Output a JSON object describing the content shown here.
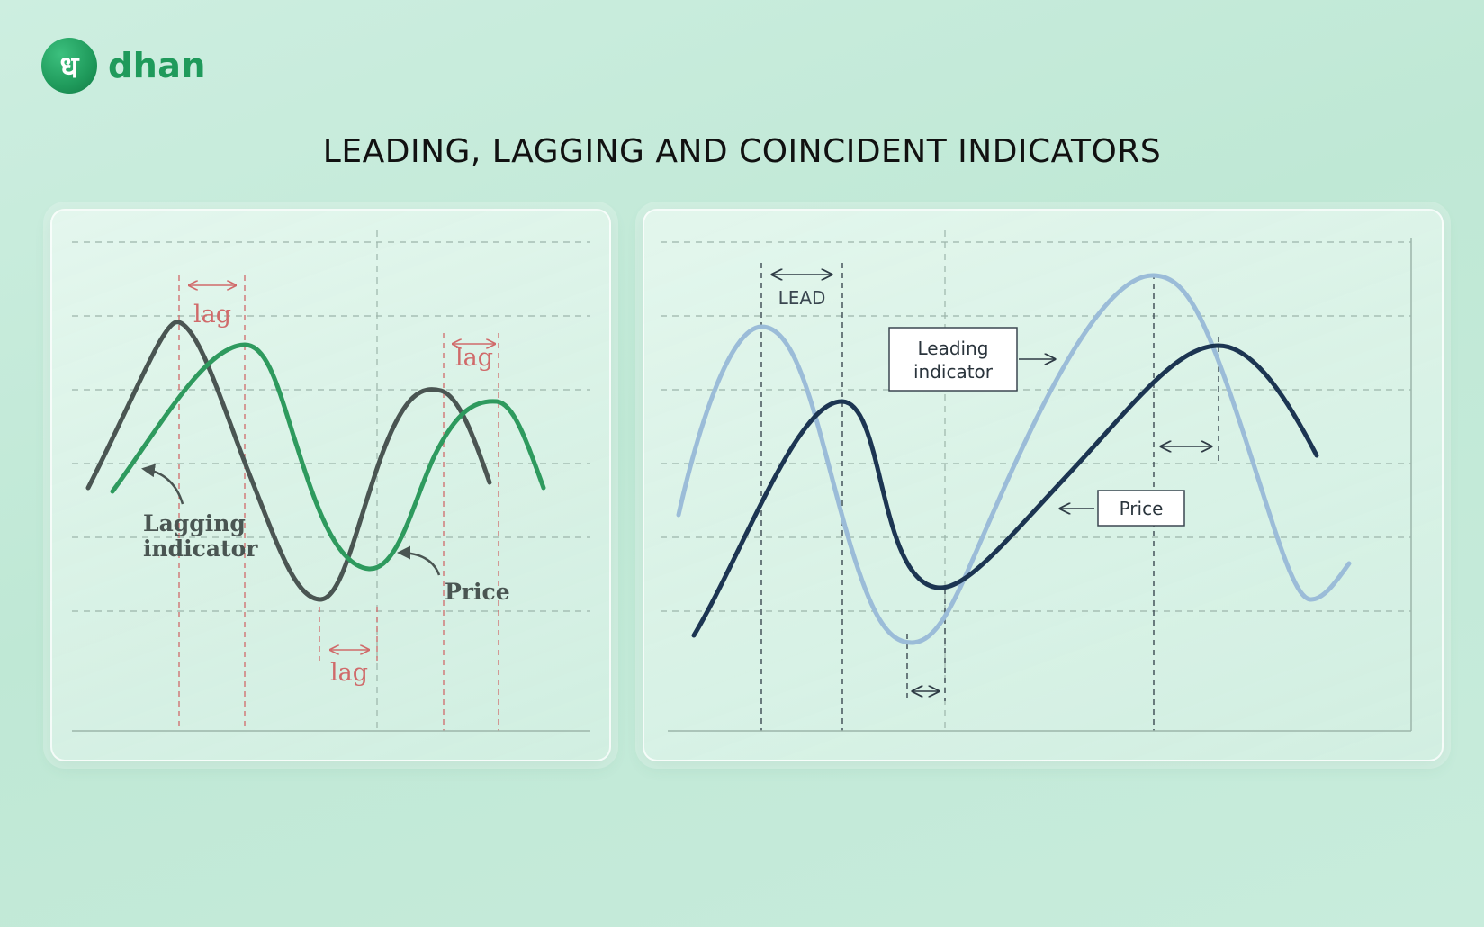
{
  "brand": {
    "logo_glyph": "ध",
    "name": "dhan",
    "color": "#1f9a5b"
  },
  "title": "LEADING, LAGGING AND COINCIDENT INDICATORS",
  "left_panel": {
    "lag_labels": [
      "lag",
      "lag",
      "lag"
    ],
    "lagging_label_line1": "Lagging",
    "lagging_label_line2": "indicator",
    "price_label": "Price",
    "colors": {
      "price": "#2e9a5e",
      "lagging": "#4a5552",
      "lag": "#d06a6a"
    }
  },
  "right_panel": {
    "lead_label": "LEAD",
    "leading_label_line1": "Leading",
    "leading_label_line2": "indicator",
    "price_label": "Price",
    "colors": {
      "leading": "#9bbcd8",
      "price": "#1c3552"
    }
  },
  "icons": [
    "double-arrow-icon",
    "curved-arrow-icon",
    "right-arrow-icon",
    "left-arrow-icon"
  ]
}
